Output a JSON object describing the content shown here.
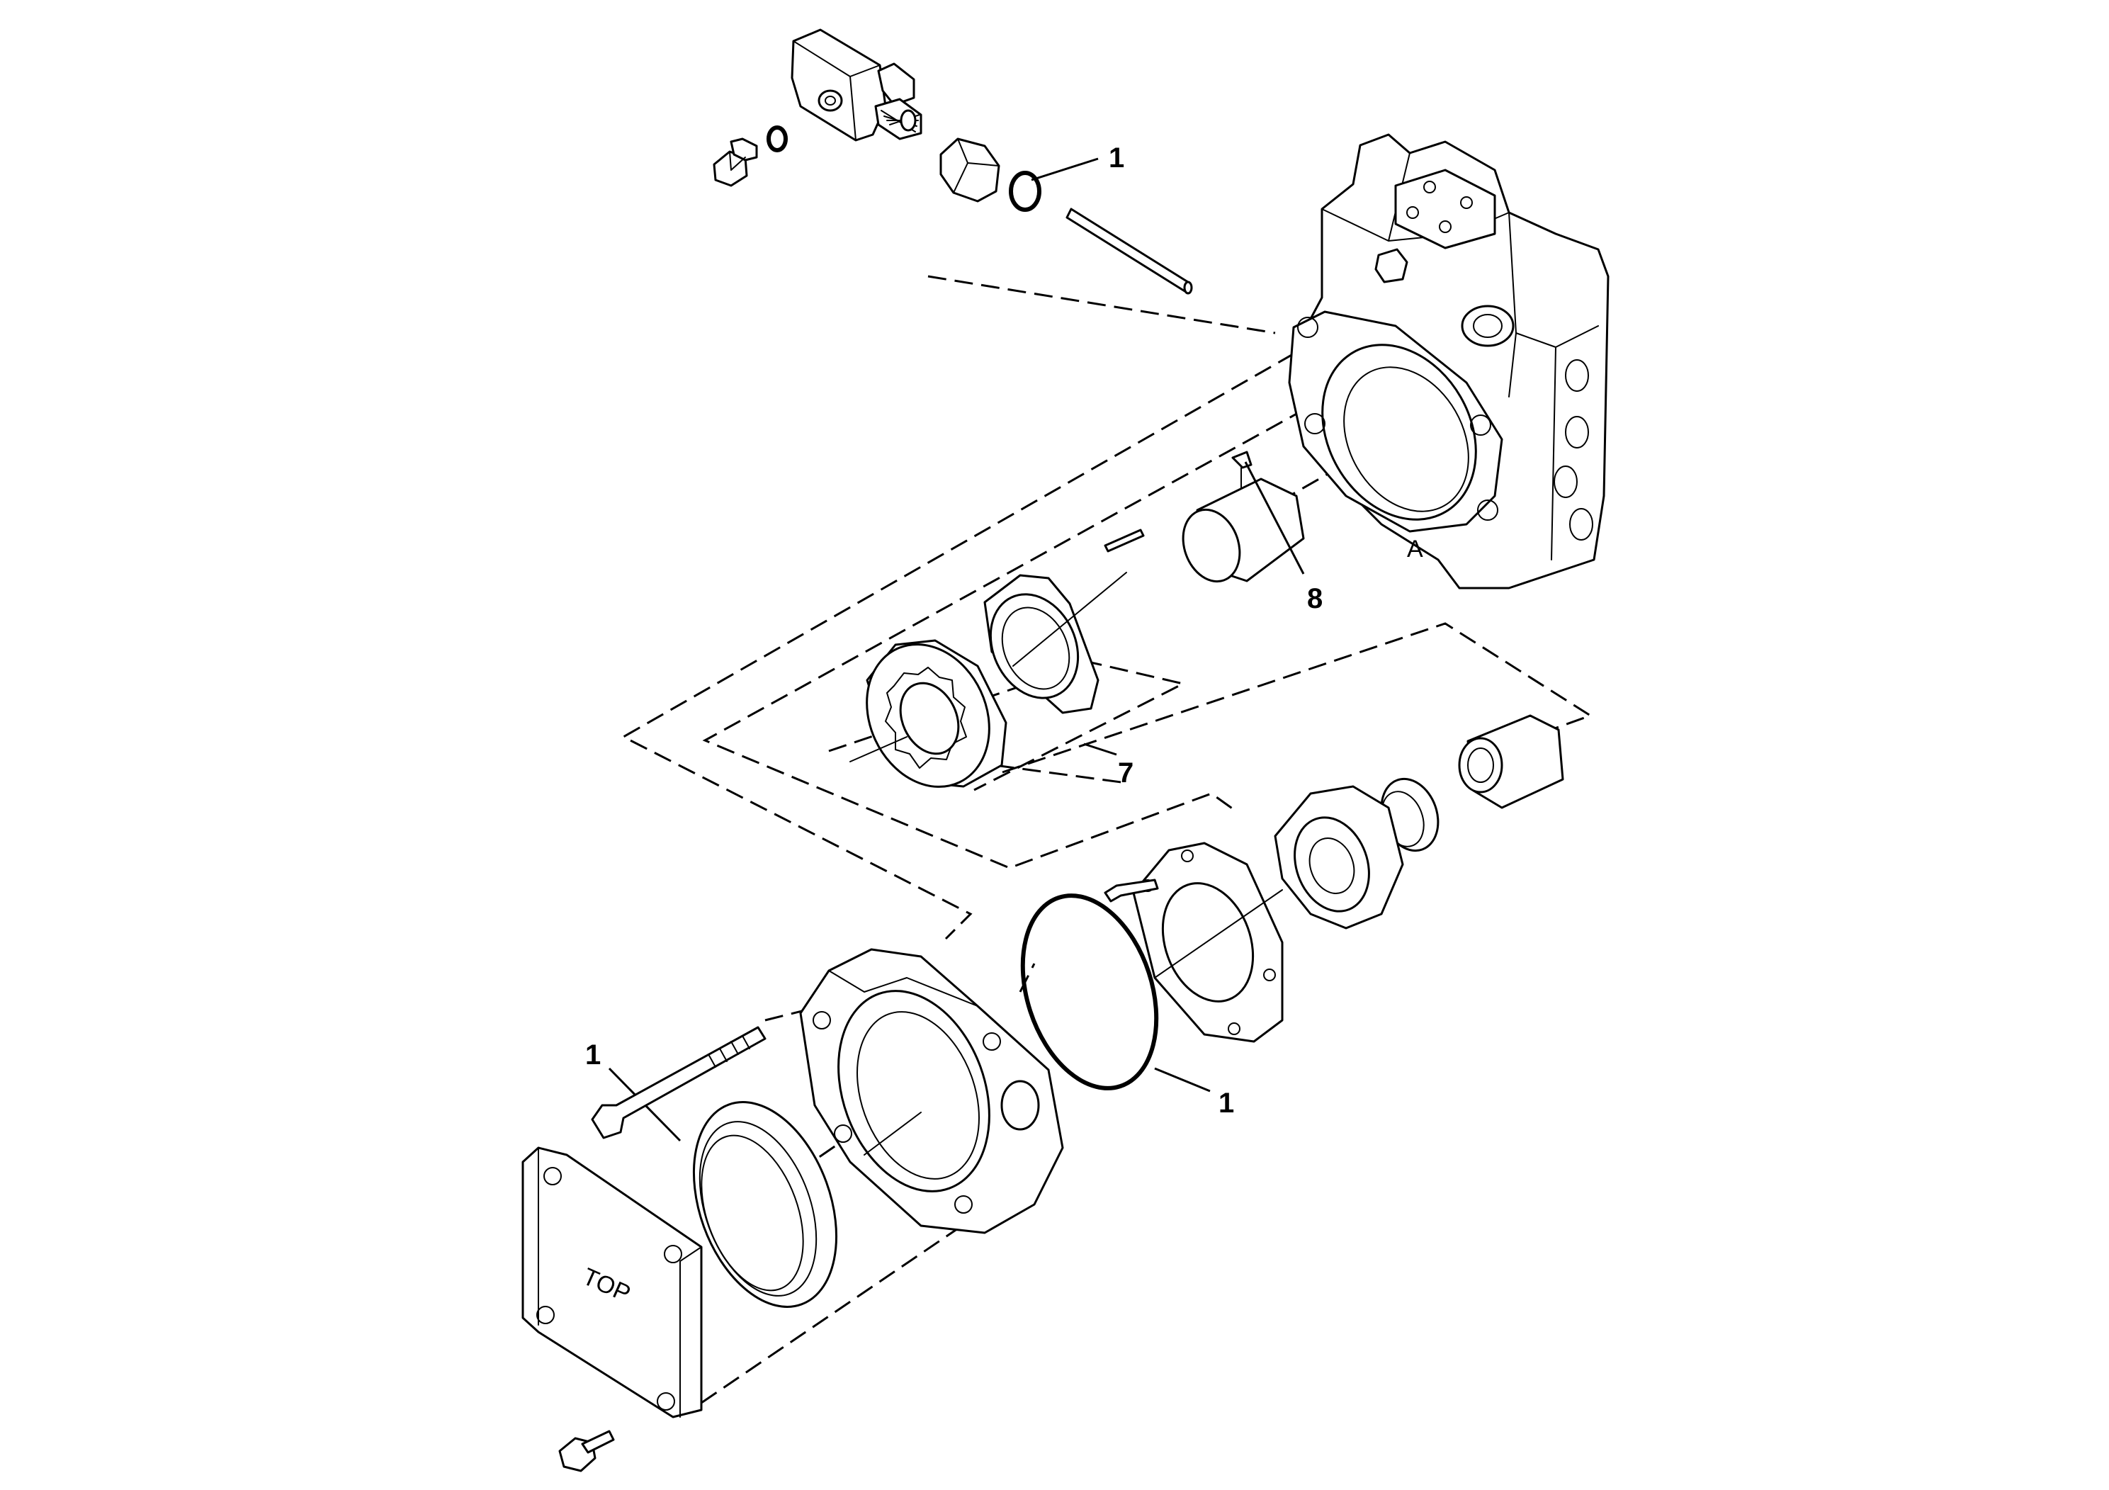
{
  "diagram": {
    "callouts": [
      {
        "label": "1"
      },
      {
        "label": "8"
      },
      {
        "label": "7"
      },
      {
        "label": "1"
      },
      {
        "label": "1"
      }
    ],
    "housing_mark": "A",
    "cover_mark": "TOP"
  },
  "colors": {
    "line": "#000000",
    "background": "#ffffff"
  }
}
